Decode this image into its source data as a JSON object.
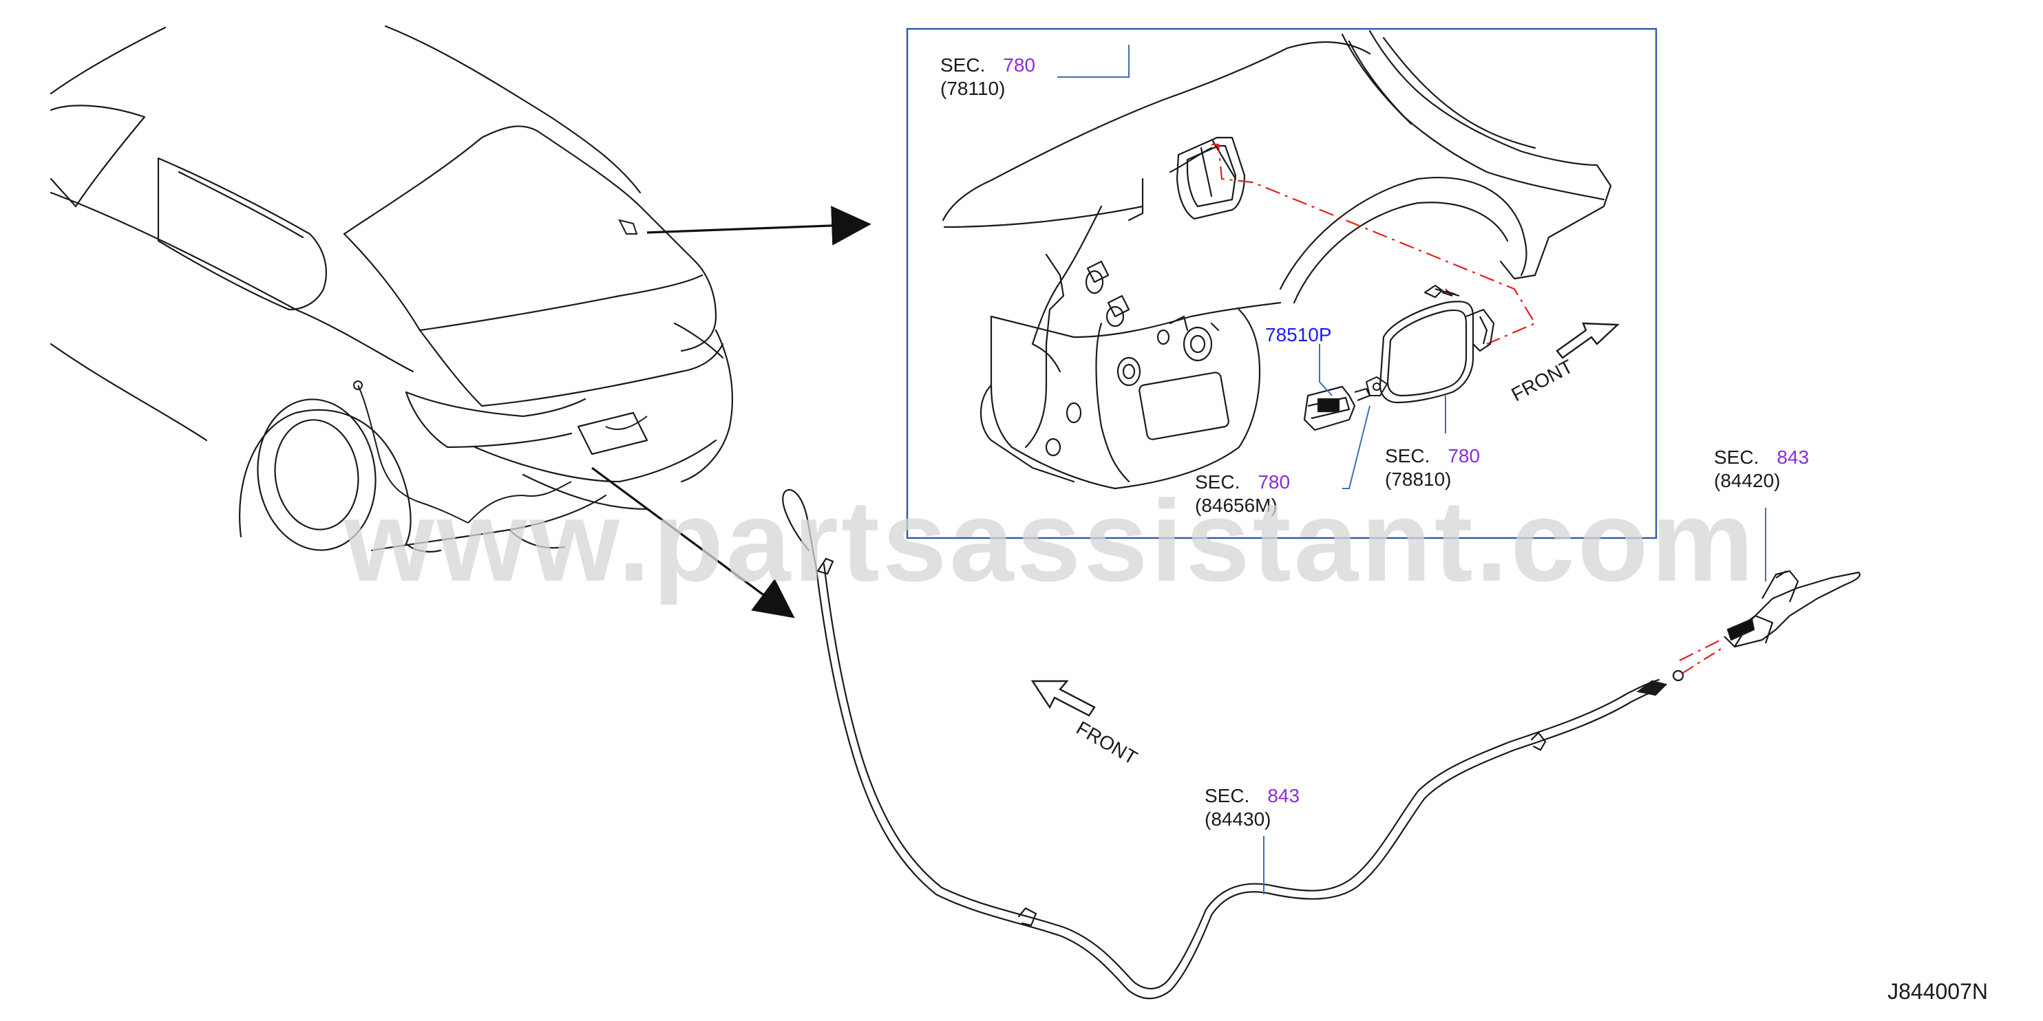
{
  "watermark": "www.partsassistant.com",
  "diagram_code": "J844007N",
  "front_label": "FRONT",
  "callouts": {
    "sec780_78110": {
      "sec": "SEC.",
      "num": "780",
      "part": "(78110)"
    },
    "part_78510p": {
      "part": "78510P"
    },
    "sec780_84656m": {
      "sec": "SEC.",
      "num": "780",
      "part": "(84656M)"
    },
    "sec780_78810": {
      "sec": "SEC.",
      "num": "780",
      "part": "(78810)"
    },
    "sec843_84420": {
      "sec": "SEC.",
      "num": "843",
      "part": "(84420)"
    },
    "sec843_84430": {
      "sec": "SEC.",
      "num": "843",
      "part": "(84430)"
    }
  },
  "colors": {
    "line": "#1a1a1a",
    "inset_border": "#2a5aa8",
    "leader": "#3d6fb8",
    "dash": "#e0201c",
    "sec_number": "#8a2be2",
    "part_blue": "#1a1aff",
    "watermark": "#d6d6d6"
  }
}
